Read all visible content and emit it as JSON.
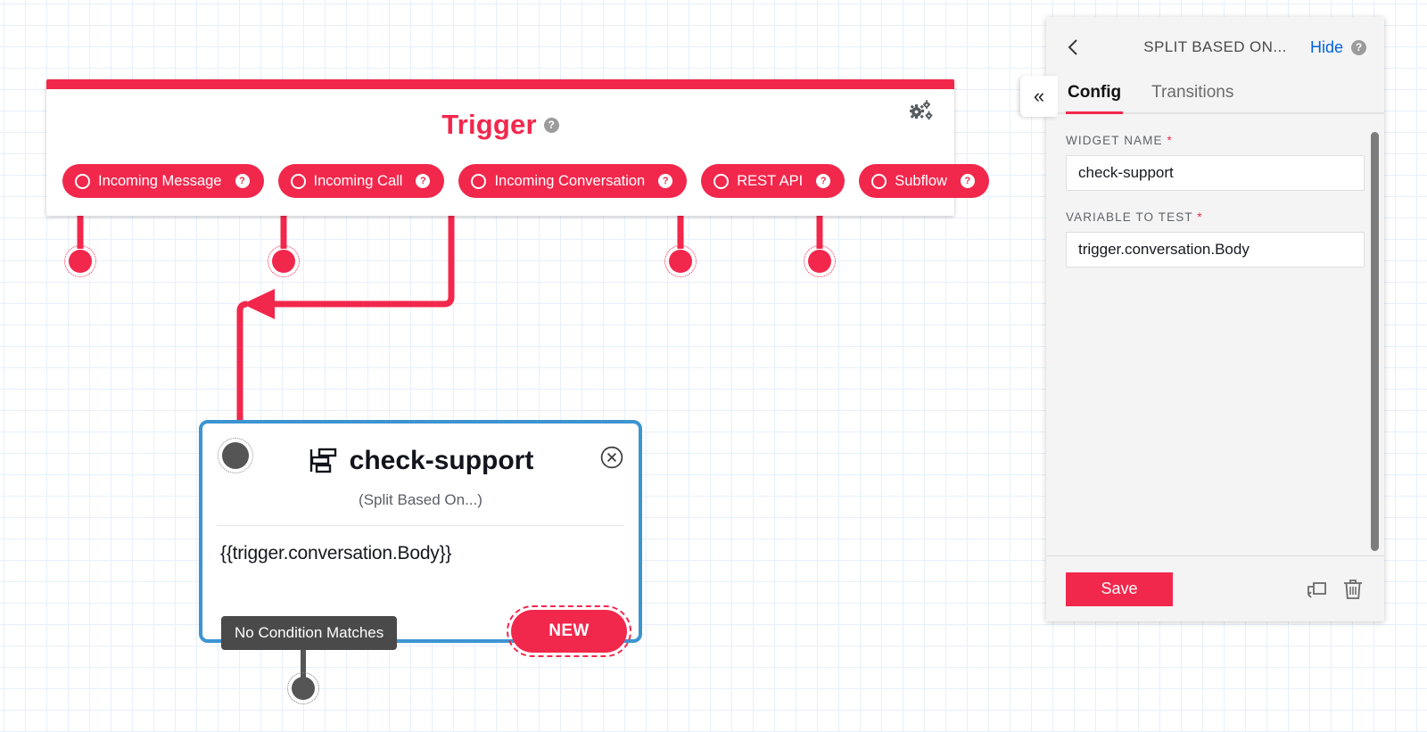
{
  "trigger": {
    "title": "Trigger",
    "help": "?",
    "gear_icon": "gears-icon",
    "pills": [
      {
        "label": "Incoming Message",
        "help": "?"
      },
      {
        "label": "Incoming Call",
        "help": "?"
      },
      {
        "label": "Incoming Conversation",
        "help": "?"
      },
      {
        "label": "REST API",
        "help": "?"
      },
      {
        "label": "Subflow",
        "help": "?"
      }
    ]
  },
  "node": {
    "title": "check-support",
    "subtitle": "(Split Based On...)",
    "expression": "{{trigger.conversation.Body}}",
    "tooltip": "No Condition Matches",
    "new_label": "NEW",
    "close_icon": "close-circle-icon",
    "type_icon": "split-icon"
  },
  "panel": {
    "title": "SPLIT BASED ON...",
    "back_icon": "chevron-left-icon",
    "hide_label": "Hide",
    "help": "?",
    "tabs": [
      {
        "label": "Config",
        "active": true
      },
      {
        "label": "Transitions",
        "active": false
      }
    ],
    "fields": [
      {
        "label": "WIDGET NAME",
        "required": "*",
        "value": "check-support"
      },
      {
        "label": "VARIABLE TO TEST",
        "required": "*",
        "value": "trigger.conversation.Body"
      }
    ],
    "save_label": "Save",
    "copy_icon": "duplicate-icon",
    "delete_icon": "trash-icon",
    "collapse_icon": "«"
  },
  "colors": {
    "accent_red": "#f2274c",
    "node_border_blue": "#3d94d1",
    "link_blue": "#0263e0",
    "tooltip_gray": "#4a4a4a"
  }
}
